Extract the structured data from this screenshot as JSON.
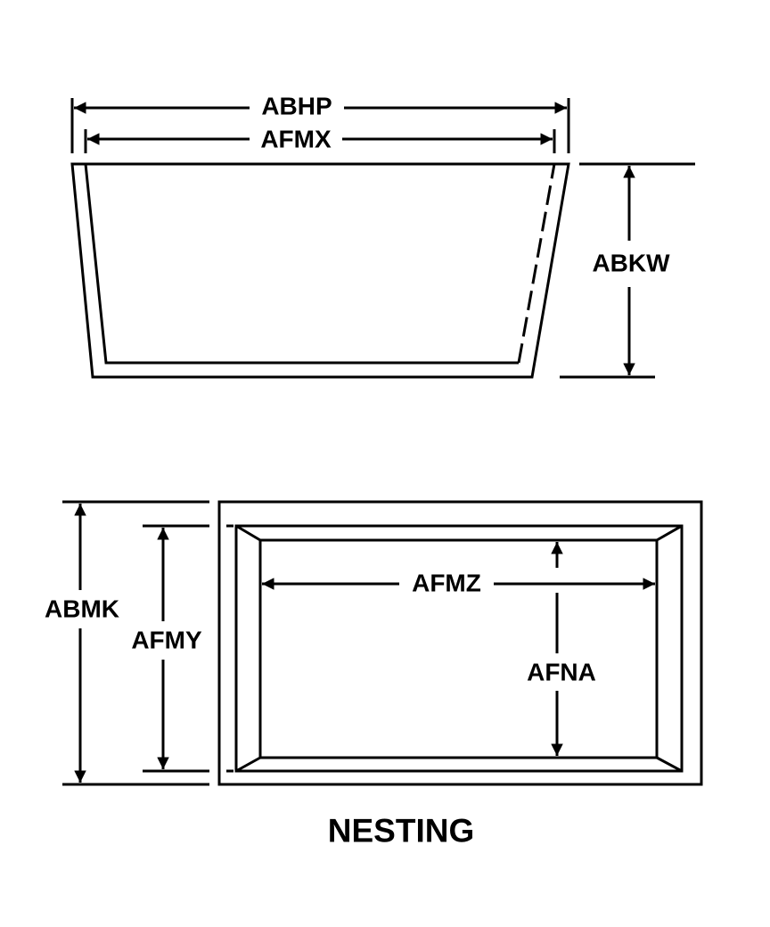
{
  "title": "NESTING",
  "labels": {
    "abhp": "ABHP",
    "afmx": "AFMX",
    "abkw": "ABKW",
    "abmk": "ABMK",
    "afmy": "AFMY",
    "afmz": "AFMZ",
    "afna": "AFNA"
  },
  "colors": {
    "line": "#000000",
    "background": "#ffffff"
  }
}
